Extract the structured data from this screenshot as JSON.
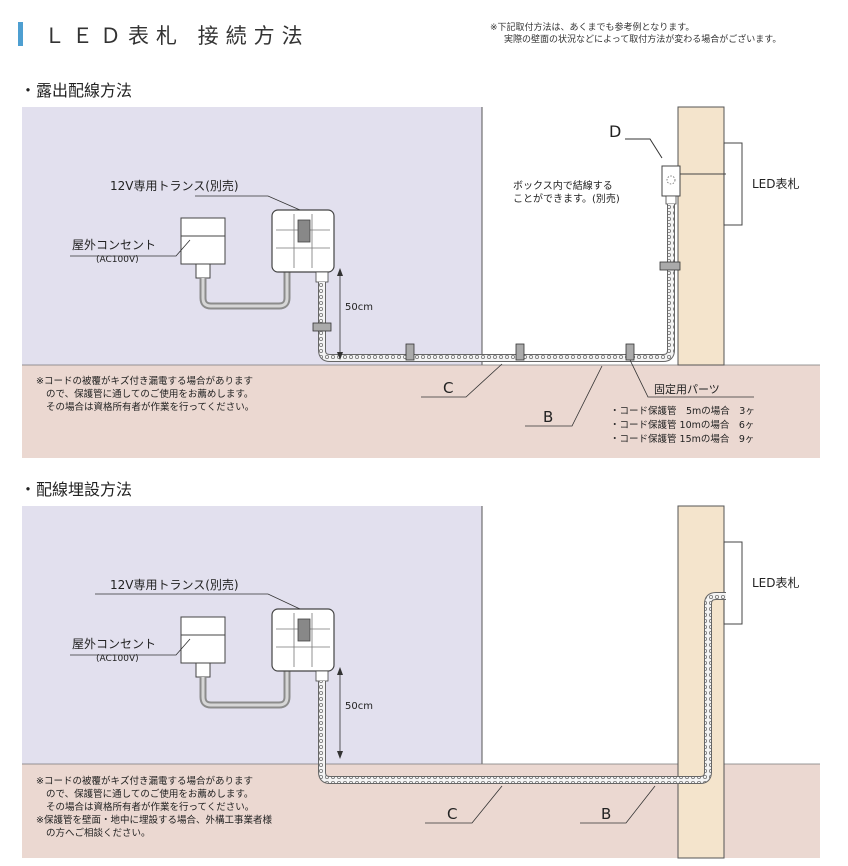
{
  "header": {
    "title": "ＬＥＤ表札 接続方法",
    "note_line1": "※下記取付方法は、あくまでも参考例となります。",
    "note_line2": "実際の壁面の状況などによって取付方法が変わる場合がございます。"
  },
  "section1": {
    "title": "・露出配線方法",
    "transformer_label": "12V専用トランス(別売)",
    "outlet_label": "屋外コンセント",
    "outlet_sub": "(AC100V)",
    "dim_label": "50cm",
    "box_note_1": "ボックス内で結線する",
    "box_note_2": "ことができます。(別売)",
    "label_d": "D",
    "plate_label": "LED表札",
    "label_c": "C",
    "label_b": "B",
    "fixing_label": "固定用パーツ",
    "parts": [
      "・コード保護管　5mの場合　3ヶ",
      "・コード保護管 10mの場合　6ヶ",
      "・コード保護管 15mの場合　9ヶ"
    ],
    "warning": [
      "※コードの被覆がキズ付き漏電する場合があります",
      "ので、保護管に通してのご使用をお薦めします。",
      "その場合は資格所有者が作業を行ってください。"
    ]
  },
  "section2": {
    "title": "・配線埋設方法",
    "transformer_label": "12V専用トランス(別売)",
    "outlet_label": "屋外コンセント",
    "outlet_sub": "(AC100V)",
    "dim_label": "50cm",
    "plate_label": "LED表札",
    "label_c": "C",
    "label_b": "B",
    "warning": [
      "※コードの被覆がキズ付き漏電する場合があります",
      "ので、保護管に通してのご使用をお薦めします。",
      "その場合は資格所有者が作業を行ってください。",
      "※保護管を壁面・地中に埋設する場合、外構工事業者様",
      "の方へご相談ください。"
    ]
  },
  "colors": {
    "wall": "#e2e0ee",
    "ground": "#ebd8d1",
    "pillar": "#f4e4cc",
    "accent": "#4e9fd1"
  }
}
